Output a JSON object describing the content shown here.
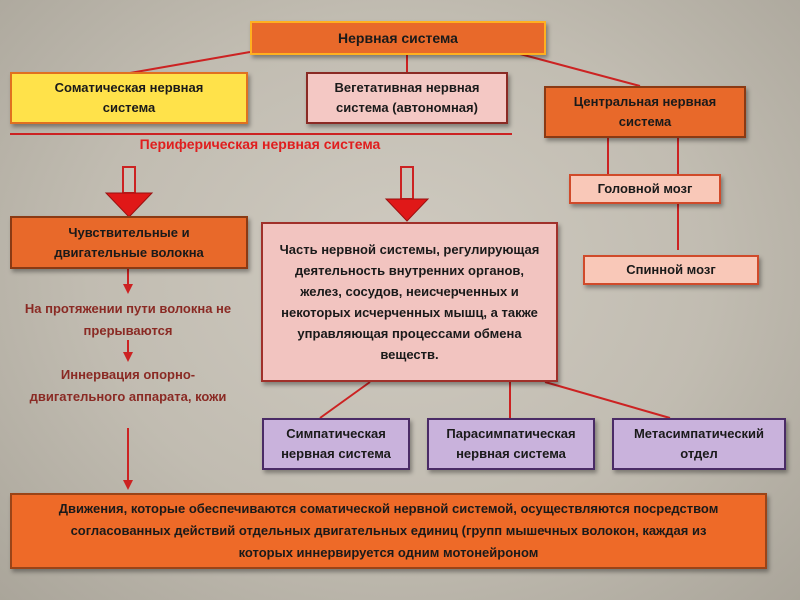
{
  "nervous_system": "Нервная система",
  "somatic": "Соматическая нервная система",
  "vegetative": "Вегетативная нервная система (автономная)",
  "central": "Центральная нервная система",
  "peripheral": "Периферическая нервная система",
  "brain": "Головной мозг",
  "spinal_cord": "Спинной мозг",
  "fibers": "Чувствительные и двигательные волокна",
  "vegetative_description": "Часть нервной системы, регулирующая деятельность внутренних органов, желез, сосудов, неисчерченных и некоторых исчерченных мышц, а также управляющая процессами обмена веществ.",
  "fiber_note": "На протяжении пути волокна не прерываются",
  "innervation": "Иннервация опорно-двигательного аппарата, кожи",
  "sympathetic": "Симпатическая нервная система",
  "parasympathetic": "Парасимпатическая нервная система",
  "metasympathetic": "Метасимпатический отдел",
  "movements": "Движения, которые обеспечиваются соматической нервной системой, осуществляются посредством согласованных действий отдельных двигательных единиц (групп мышечных волокон, каждая из которых иннервируется одним мотонейроном",
  "colors": {
    "connector": "#cc2222",
    "orange": "#e8692a",
    "yellow": "#ffe24a",
    "lavender": "#c9b2dc",
    "pink": "#f2c4c0"
  }
}
